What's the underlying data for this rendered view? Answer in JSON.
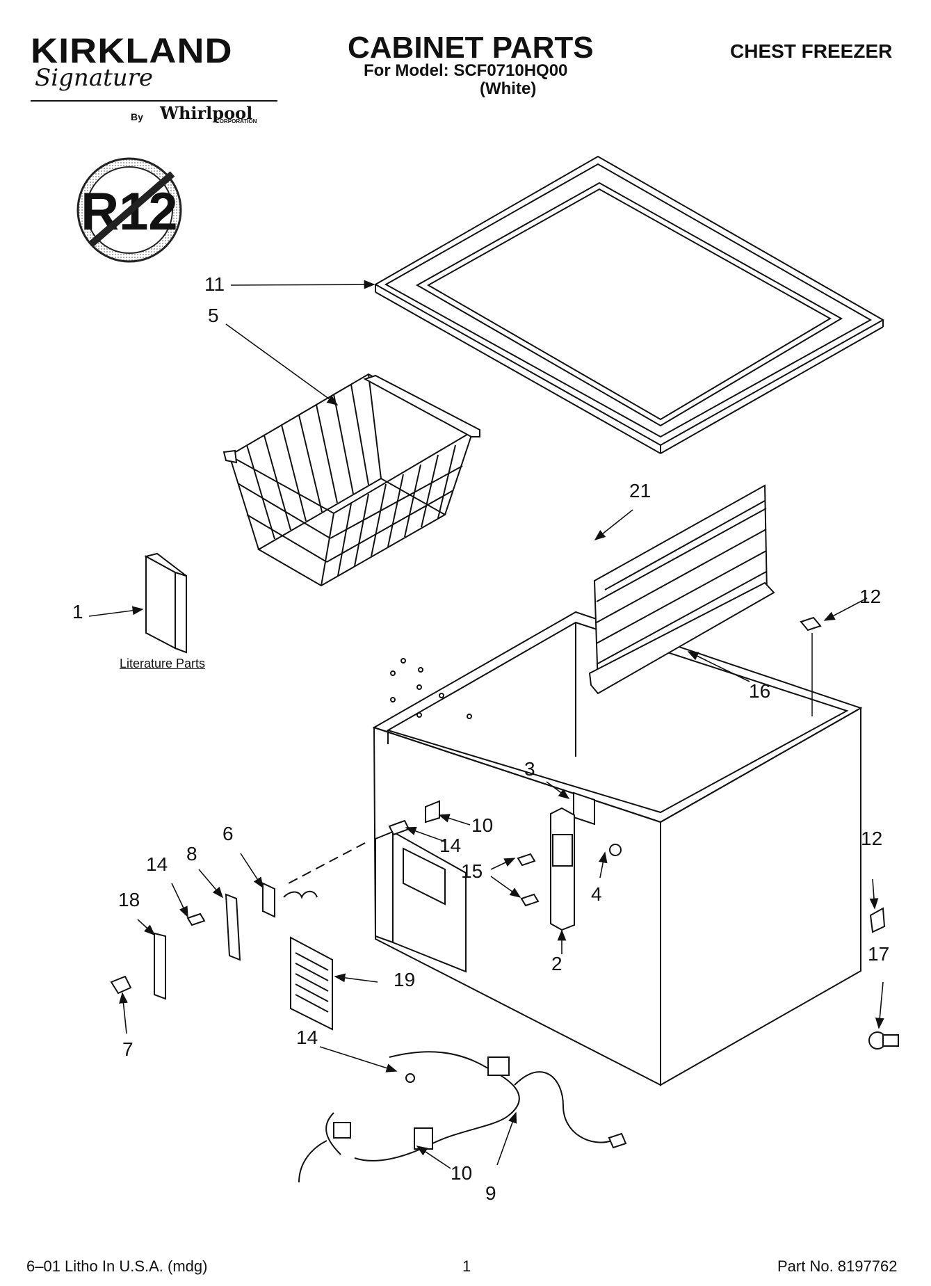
{
  "header": {
    "brand_name": "KIRKLAND",
    "brand_signature": "Signature",
    "brand_by": "By",
    "brand_manufacturer": "Whirlpool",
    "brand_corporation": "CORPORATION",
    "title": "CABINET PARTS",
    "model_line": "For Model: SCF0710HQ00",
    "color_line": "(White)",
    "product": "CHEST FREEZER"
  },
  "badge": {
    "text": "R12"
  },
  "literature_label": "Literature Parts",
  "callouts": [
    "11",
    "5",
    "21",
    "1",
    "12",
    "16",
    "3",
    "10",
    "14",
    "6",
    "14",
    "8",
    "15",
    "4",
    "12",
    "18",
    "2",
    "19",
    "17",
    "7",
    "14",
    "10",
    "9"
  ],
  "footer": {
    "left": "6–01 Litho In U.S.A. (mdg)",
    "center": "1",
    "right": "Part No. 8197762"
  }
}
